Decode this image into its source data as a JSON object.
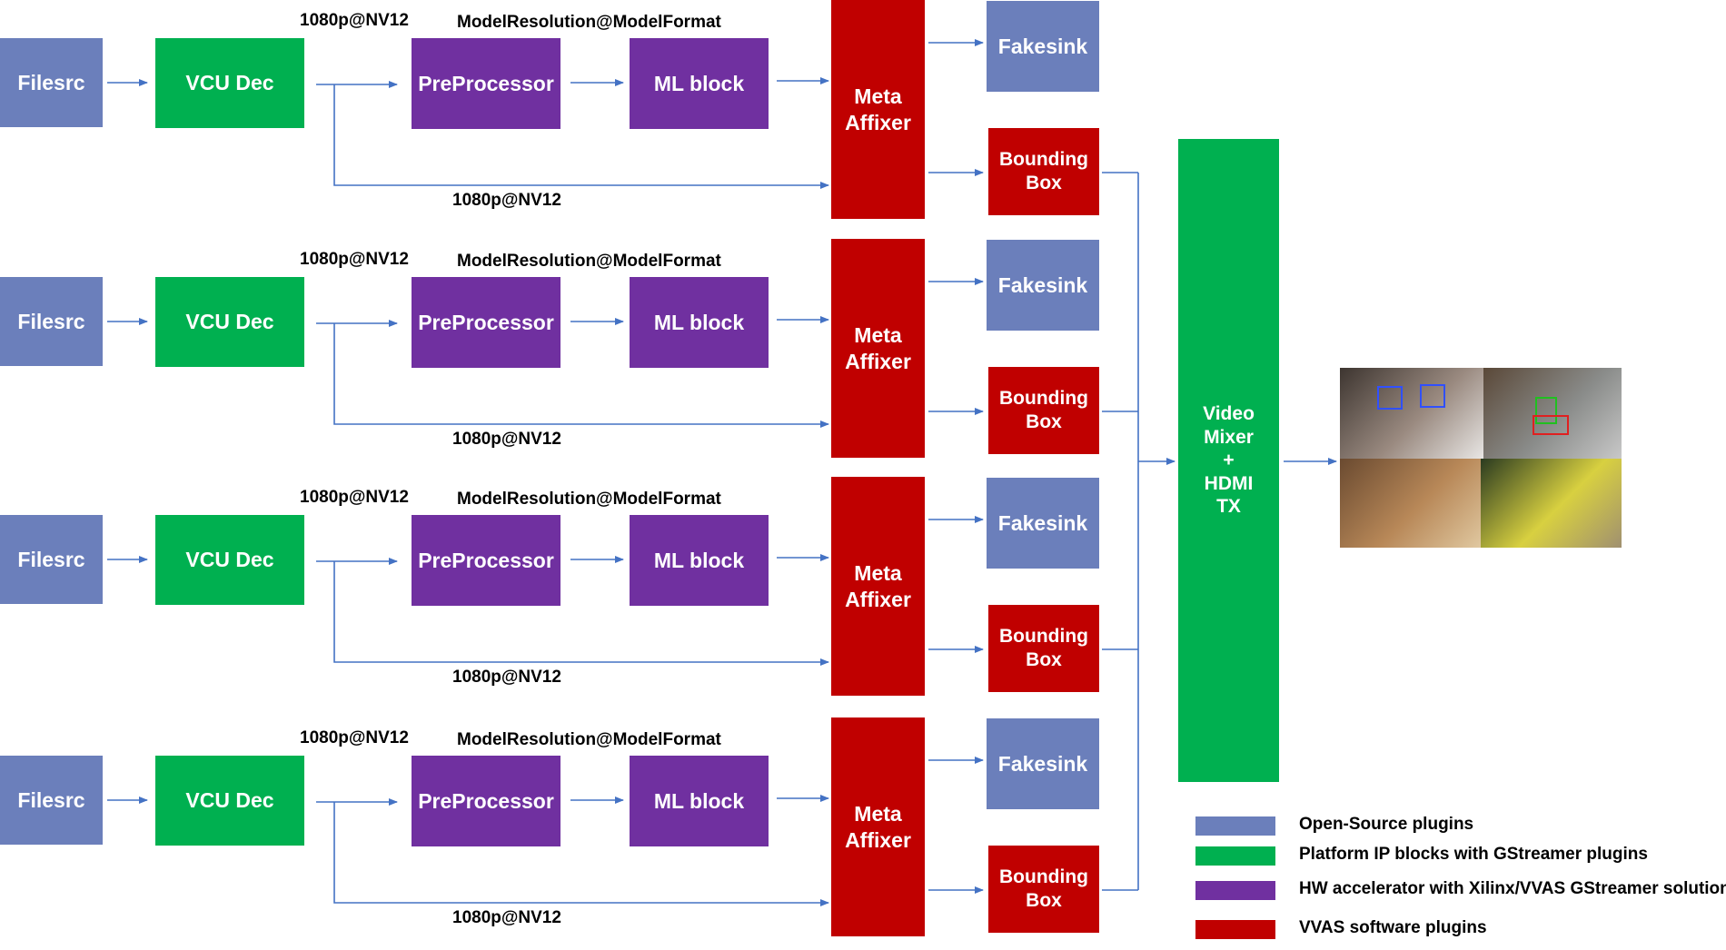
{
  "colors": {
    "open_source": "#6b7fbb",
    "platform": "#00b050",
    "hw_accel": "#7030a0",
    "vvas_sw": "#c00000",
    "arrow": "#4472c4"
  },
  "pipelines": [
    {
      "filesrc": "Filesrc",
      "vcu_dec": "VCU Dec",
      "decoded_format": "1080p@NV12",
      "model_format": "ModelResolution@ModelFormat",
      "preprocessor": "PreProcessor",
      "ml_block": "ML block",
      "bypass_format": "1080p@NV12",
      "meta_affixer": "Meta\nAffixer",
      "fakesink": "Fakesink",
      "bounding_box": "Bounding\nBox"
    },
    {
      "filesrc": "Filesrc",
      "vcu_dec": "VCU Dec",
      "decoded_format": "1080p@NV12",
      "model_format": "ModelResolution@ModelFormat",
      "preprocessor": "PreProcessor",
      "ml_block": "ML block",
      "bypass_format": "1080p@NV12",
      "meta_affixer": "Meta\nAffixer",
      "fakesink": "Fakesink",
      "bounding_box": "Bounding\nBox"
    },
    {
      "filesrc": "Filesrc",
      "vcu_dec": "VCU Dec",
      "decoded_format": "1080p@NV12",
      "model_format": "ModelResolution@ModelFormat",
      "preprocessor": "PreProcessor",
      "ml_block": "ML block",
      "bypass_format": "1080p@NV12",
      "meta_affixer": "Meta\nAffixer",
      "fakesink": "Fakesink",
      "bounding_box": "Bounding\nBox"
    },
    {
      "filesrc": "Filesrc",
      "vcu_dec": "VCU Dec",
      "decoded_format": "1080p@NV12",
      "model_format": "ModelResolution@ModelFormat",
      "preprocessor": "PreProcessor",
      "ml_block": "ML block",
      "bypass_format": "1080p@NV12",
      "meta_affixer": "Meta\nAffixer",
      "fakesink": "Fakesink",
      "bounding_box": "Bounding\nBox"
    }
  ],
  "mixer": {
    "label": "Video\nMixer\n+\nHDMI\nTX"
  },
  "output": {
    "tiles": [
      {
        "name": "baseball-players-face-detection",
        "colors": [
          "#3d3530",
          "#9a8a80",
          "#e8e6e4"
        ]
      },
      {
        "name": "street-cyclist-detection",
        "colors": [
          "#5a4838",
          "#8a8c8a",
          "#c8c8c8"
        ]
      },
      {
        "name": "cat-photo",
        "colors": [
          "#6a4a30",
          "#b88858",
          "#e0c8a0"
        ]
      },
      {
        "name": "stadium-fans-photo",
        "colors": [
          "#2a3a20",
          "#d8d040",
          "#a09070"
        ]
      }
    ]
  },
  "legend": [
    {
      "label": "Open-Source plugins",
      "category": "open_source"
    },
    {
      "label": "Platform IP blocks with GStreamer plugins",
      "category": "platform"
    },
    {
      "label": "HW accelerator with Xilinx/VVAS GStreamer solution",
      "category": "hw_accel"
    },
    {
      "label": "VVAS software plugins",
      "category": "vvas_sw"
    }
  ]
}
